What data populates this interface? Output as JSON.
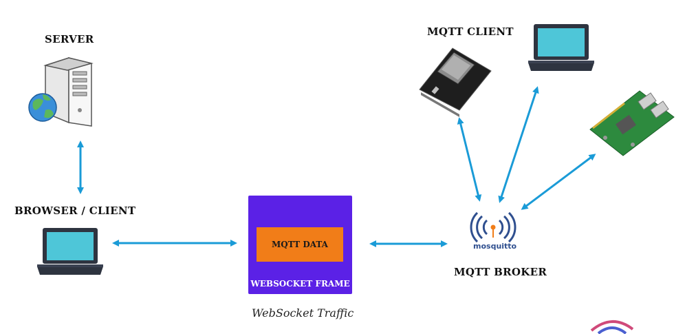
{
  "labels": {
    "server": "SERVER",
    "browser_client": "BROWSER / CLIENT",
    "mqtt_client": "MQTT CLIENT",
    "mqtt_broker": "MQTT BROKER",
    "websocket_traffic": "WebSocket Traffic"
  },
  "frame": {
    "inner_label": "MQTT DATA",
    "title": "WEBSOCKET FRAME"
  },
  "broker_logo": {
    "text": "mosquitto"
  },
  "colors": {
    "arrow": "#1a9bd7",
    "frame": "#5b21e6",
    "frame_inner": "#f17d18",
    "logo_blue": "#2f4f8f",
    "logo_orange": "#f17d18"
  },
  "icons": [
    "server-icon",
    "globe-icon",
    "laptop-icon",
    "esp-board-icon",
    "raspberry-pi-icon",
    "mosquitto-logo-icon"
  ]
}
